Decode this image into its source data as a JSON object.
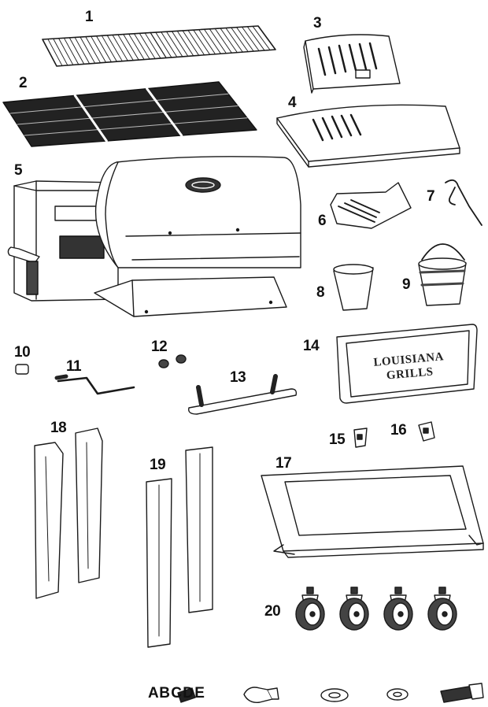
{
  "parts": [
    {
      "id": "1",
      "name": "cooking-grid"
    },
    {
      "id": "2",
      "name": "cast-iron-grates"
    },
    {
      "id": "3",
      "name": "flame-broiler-slider"
    },
    {
      "id": "4",
      "name": "heat-baffle"
    },
    {
      "id": "5",
      "name": "grill-body-with-hopper"
    },
    {
      "id": "6",
      "name": "grease-tray-bracket"
    },
    {
      "id": "7",
      "name": "bucket-hanger"
    },
    {
      "id": "8",
      "name": "grease-cup"
    },
    {
      "id": "9",
      "name": "grease-bucket"
    },
    {
      "id": "10",
      "name": "pin"
    },
    {
      "id": "11",
      "name": "slider-rod"
    },
    {
      "id": "12",
      "name": "washers"
    },
    {
      "id": "13",
      "name": "lid-handle"
    },
    {
      "id": "14",
      "name": "logo-front-panel"
    },
    {
      "id": "15",
      "name": "small-bracket-a"
    },
    {
      "id": "16",
      "name": "small-bracket-b"
    },
    {
      "id": "17",
      "name": "bottom-shelf"
    },
    {
      "id": "18",
      "name": "front-legs"
    },
    {
      "id": "19",
      "name": "rear-legs"
    },
    {
      "id": "20",
      "name": "caster-wheels"
    }
  ],
  "brand_logo": "LOUISIANA GRILLS",
  "hardware_label": "A B C D E"
}
